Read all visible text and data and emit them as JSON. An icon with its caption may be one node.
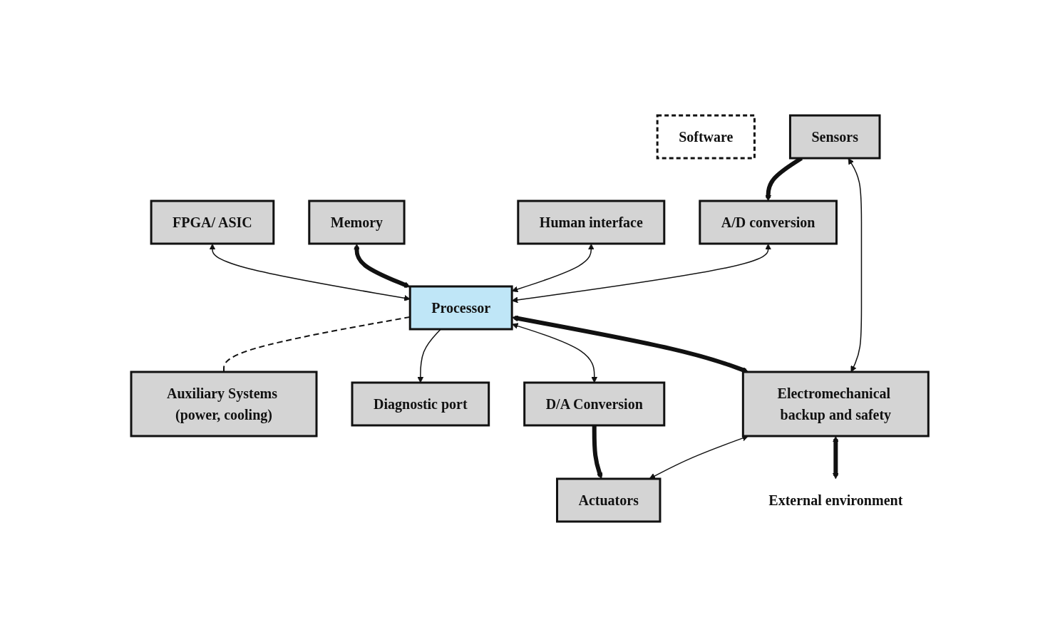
{
  "diagram": {
    "nodes": [
      {
        "text": [
          "Software"
        ]
      },
      {
        "text": [
          "FPGA/ ASIC"
        ]
      },
      {
        "text": [
          "Memory"
        ]
      },
      {
        "text": [
          "Auxiliary Systems (power, cooling)"
        ]
      },
      {
        "text": [
          "Human interface"
        ]
      },
      {
        "text": [
          "Processor"
        ]
      },
      {
        "text": [
          "Diagnostic port"
        ]
      },
      {
        "text": [
          "A/D conversion"
        ]
      },
      {
        "text": [
          "D/A Conversion"
        ]
      },
      {
        "text": [
          "Electromechanical backup and safety"
        ]
      },
      {
        "text": [
          "Sensors"
        ]
      },
      {
        "text": [
          "Actuators"
        ]
      },
      {
        "text": [
          "External environment"
        ]
      }
    ],
    "edges": [
      {
        "from": 1,
        "to": 5,
        "arrow": "both"
      },
      {
        "from": 2,
        "to": 5,
        "arrow": "both",
        "style": "thick"
      },
      {
        "from": 5,
        "to": 3,
        "arrow": "none",
        "style": "dashed"
      },
      {
        "from": 4,
        "to": 5,
        "arrow": "both"
      },
      {
        "from": 5,
        "to": 6,
        "arrow": "to"
      },
      {
        "from": 7,
        "to": 5,
        "arrow": "both"
      },
      {
        "from": 5,
        "to": 9,
        "arrow": "both",
        "style": "thick"
      },
      {
        "from": 5,
        "to": 8,
        "arrow": "both"
      },
      {
        "from": 8,
        "to": 11,
        "arrow": "to",
        "style": "thick"
      },
      {
        "from": 10,
        "to": 7,
        "arrow": "to",
        "style": "thick"
      },
      {
        "from": 10,
        "to": 9,
        "arrow": "both"
      },
      {
        "from": 9,
        "to": 11,
        "arrow": "both"
      },
      {
        "from": 9,
        "to": 12,
        "arrow": "both",
        "style": "thick"
      }
    ]
  }
}
